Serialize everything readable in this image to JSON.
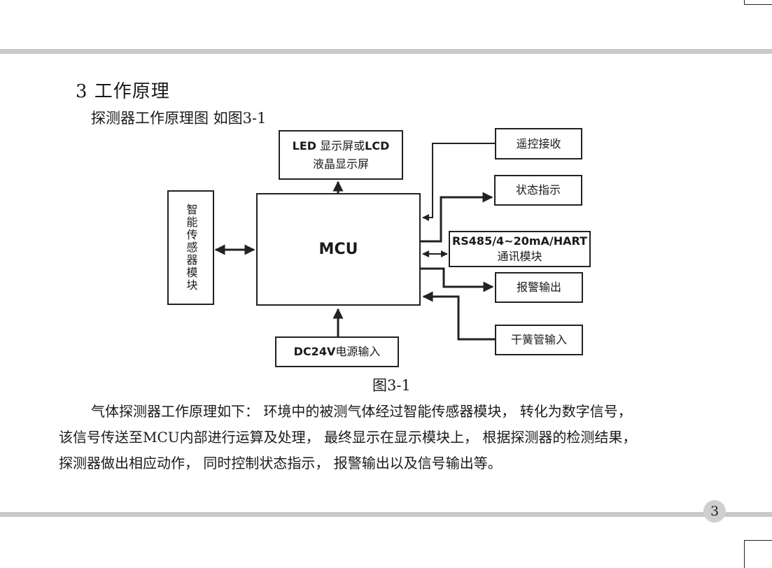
{
  "section": {
    "title": "3 工作原理",
    "subtitle": "探测器工作原理图  如图3-1"
  },
  "diagram": {
    "led_box": {
      "bold1": "LED",
      "mid": " 显示屏或",
      "bold2": "LCD",
      "line2": "液晶显示屏"
    },
    "mcu": "MCU",
    "sensor": "智能传感器模块",
    "power": {
      "bold": "DC24V",
      "text": "电源输入"
    },
    "remote": "遥控接收",
    "status": "状态指示",
    "comm": {
      "line1": "RS485/4~20mA/HART",
      "line2": "通讯模块"
    },
    "alarm": "报警输出",
    "reed": "干簧管输入"
  },
  "caption": "图3-1",
  "paragraph": {
    "line1": "气体探测器工作原理如下： 环境中的被测气体经过智能传感器模块， 转化为数字信号，",
    "line2": "该信号传送至MCU内部进行运算及处理， 最终显示在显示模块上， 根据探测器的检测结果，",
    "line3": "探测器做出相应动作， 同时控制状态指示， 报警输出以及信号输出等。"
  },
  "page_number": "3"
}
